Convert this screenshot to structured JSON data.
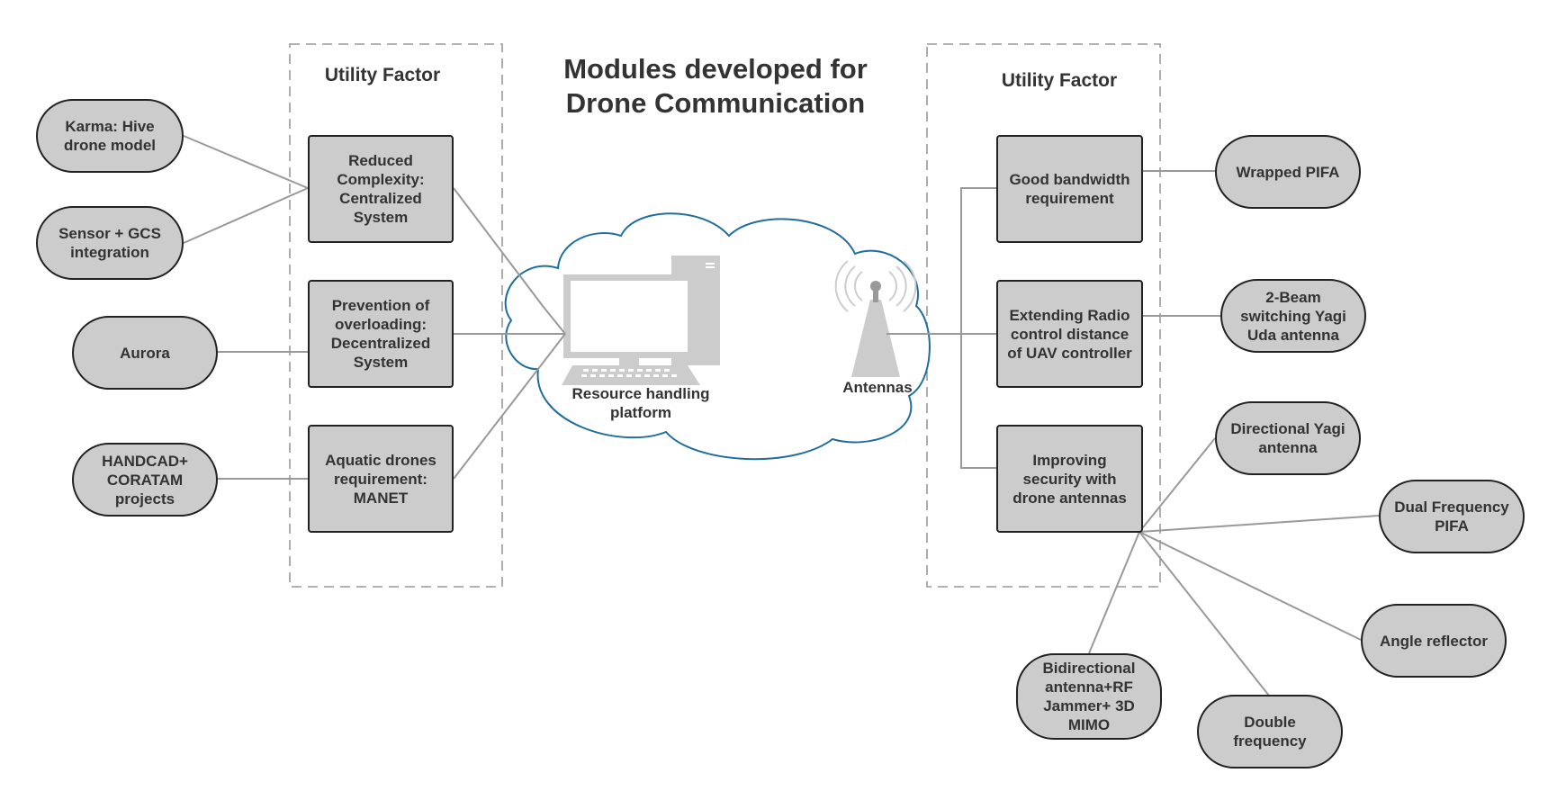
{
  "title": "Modules developed for Drone Communication",
  "left_group": {
    "label": "Utility Factor",
    "factors": [
      "Reduced Complexity: Centralized System",
      "Prevention of overloading: Decentralized System",
      "Aquatic drones requirement: MANET"
    ],
    "projects": [
      "Karma: Hive drone model",
      "Sensor + GCS integration",
      "Aurora",
      "HANDCAD+ CORATAM projects"
    ]
  },
  "center": {
    "platform_label": "Resource handling platform",
    "antenna_label": "Antennas"
  },
  "right_group": {
    "label": "Utility Factor",
    "factors": [
      "Good bandwidth requirement",
      "Extending Radio control distance of UAV controller",
      "Improving security with drone antennas"
    ],
    "antennas": [
      "Wrapped PIFA",
      "2-Beam switching Yagi Uda antenna",
      "Directional Yagi antenna",
      "Dual Frequency PIFA",
      "Angle reflector",
      "Double frequency",
      "Bidirectional antenna+RF Jammer+ 3D MIMO"
    ]
  },
  "colors": {
    "node_fill": "#cccccc",
    "node_border": "#222222",
    "connector": "#999999",
    "cloud_stroke": "#1f6e9c",
    "group_border": "#999999"
  }
}
